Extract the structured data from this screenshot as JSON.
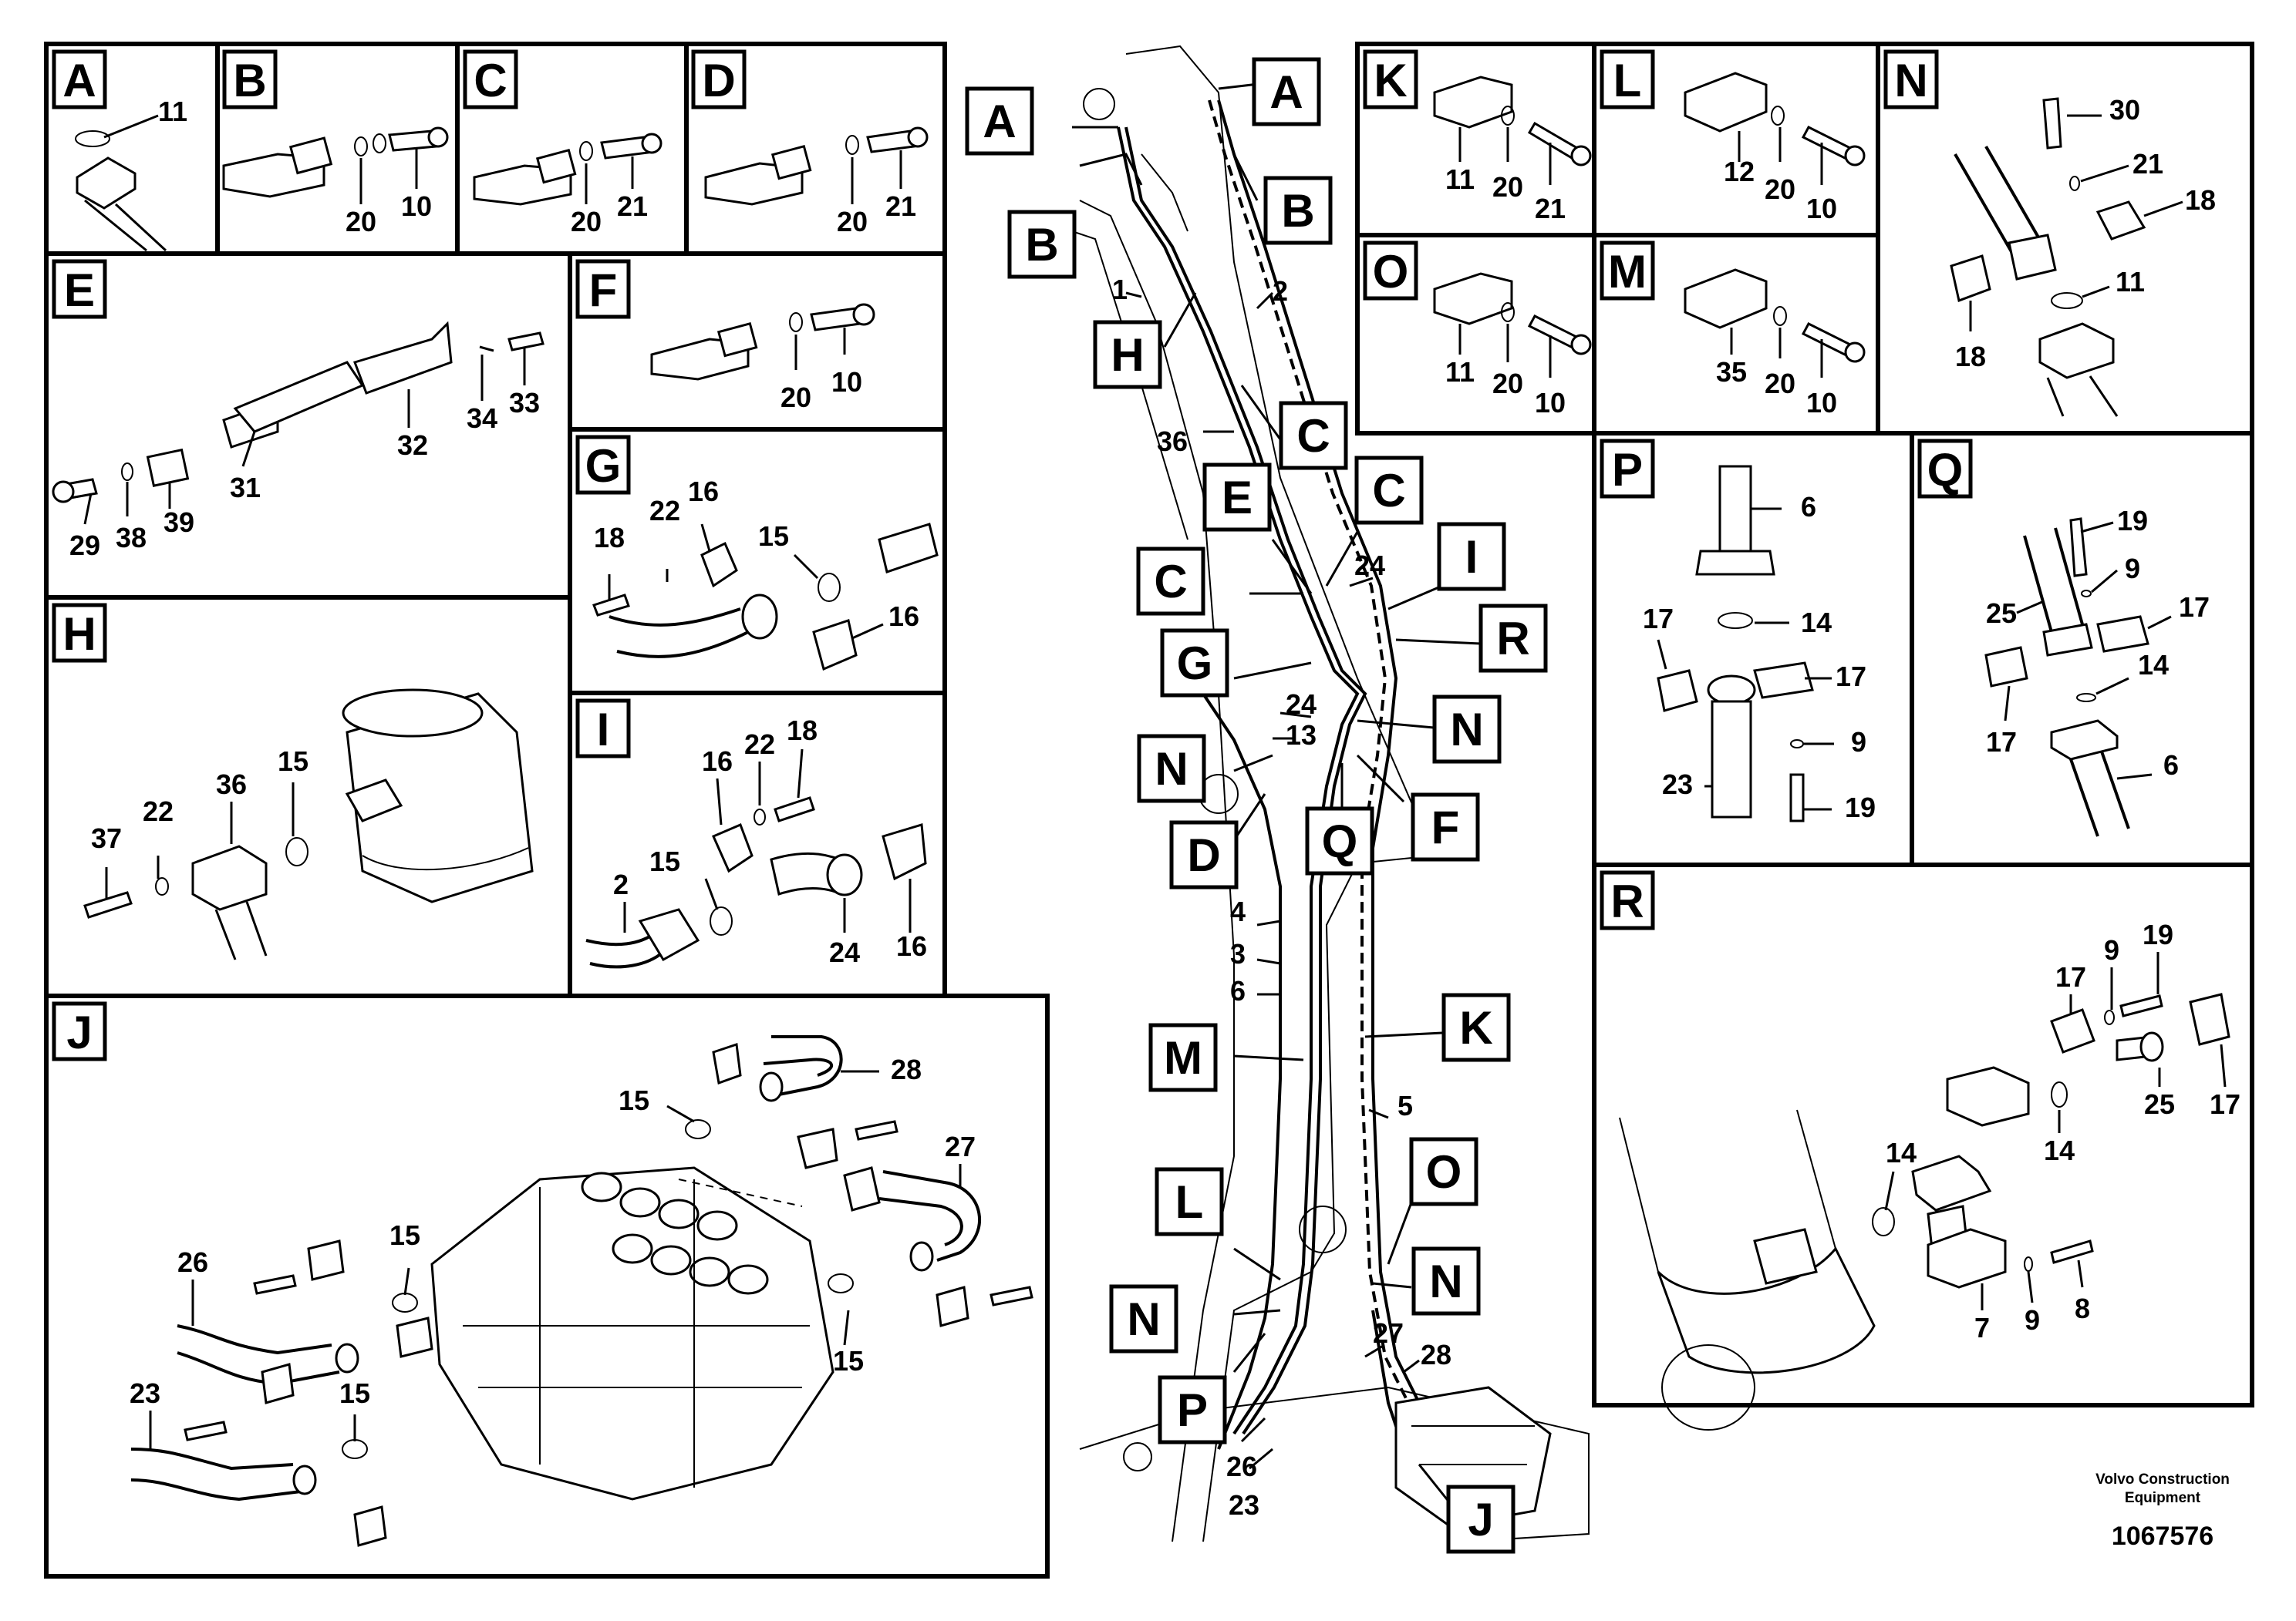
{
  "footer": {
    "company": "Volvo Construction Equipment",
    "doc_number": "1067576"
  },
  "panels": {
    "A": {
      "tag": "A",
      "parts": [
        "11"
      ]
    },
    "B": {
      "tag": "B",
      "parts": [
        "20",
        "10"
      ]
    },
    "C": {
      "tag": "C",
      "parts": [
        "20",
        "21"
      ]
    },
    "D": {
      "tag": "D",
      "parts": [
        "20",
        "21"
      ]
    },
    "E": {
      "tag": "E",
      "parts": [
        "29",
        "38",
        "39",
        "31",
        "32",
        "34",
        "33"
      ]
    },
    "F": {
      "tag": "F",
      "parts": [
        "20",
        "10"
      ]
    },
    "G": {
      "tag": "G",
      "parts": [
        "18",
        "22",
        "16",
        "15",
        "16"
      ]
    },
    "H": {
      "tag": "H",
      "parts": [
        "37",
        "22",
        "36",
        "15"
      ]
    },
    "I": {
      "tag": "I",
      "parts": [
        "16",
        "22",
        "18",
        "15",
        "2",
        "24",
        "16"
      ]
    },
    "J": {
      "tag": "J",
      "parts": [
        "15",
        "28",
        "27",
        "26",
        "15",
        "15",
        "23",
        "15"
      ]
    },
    "K": {
      "tag": "K",
      "parts": [
        "11",
        "20",
        "21"
      ]
    },
    "L": {
      "tag": "L",
      "parts": [
        "12",
        "20",
        "10"
      ]
    },
    "N": {
      "tag": "N",
      "parts": [
        "30",
        "21",
        "18",
        "11",
        "18"
      ]
    },
    "O": {
      "tag": "O",
      "parts": [
        "11",
        "20",
        "10"
      ]
    },
    "M": {
      "tag": "M",
      "parts": [
        "35",
        "20",
        "10"
      ]
    },
    "P": {
      "tag": "P",
      "parts": [
        "6",
        "17",
        "14",
        "17",
        "9",
        "23",
        "19"
      ]
    },
    "Q": {
      "tag": "Q",
      "parts": [
        "19",
        "9",
        "25",
        "17",
        "14",
        "17",
        "6"
      ]
    },
    "R": {
      "tag": "R",
      "parts": [
        "17",
        "9",
        "19",
        "25",
        "17",
        "14",
        "14",
        "7",
        "9",
        "8"
      ]
    }
  },
  "overview": {
    "callouts": [
      "A",
      "A",
      "B",
      "B",
      "H",
      "C",
      "E",
      "C",
      "C",
      "I",
      "G",
      "R",
      "N",
      "N",
      "F",
      "D",
      "Q",
      "M",
      "K",
      "L",
      "O",
      "N",
      "N",
      "P",
      "J"
    ],
    "parts": [
      "1",
      "2",
      "36",
      "24",
      "24",
      "13",
      "4",
      "3",
      "6",
      "5",
      "27",
      "28",
      "26",
      "23"
    ]
  }
}
